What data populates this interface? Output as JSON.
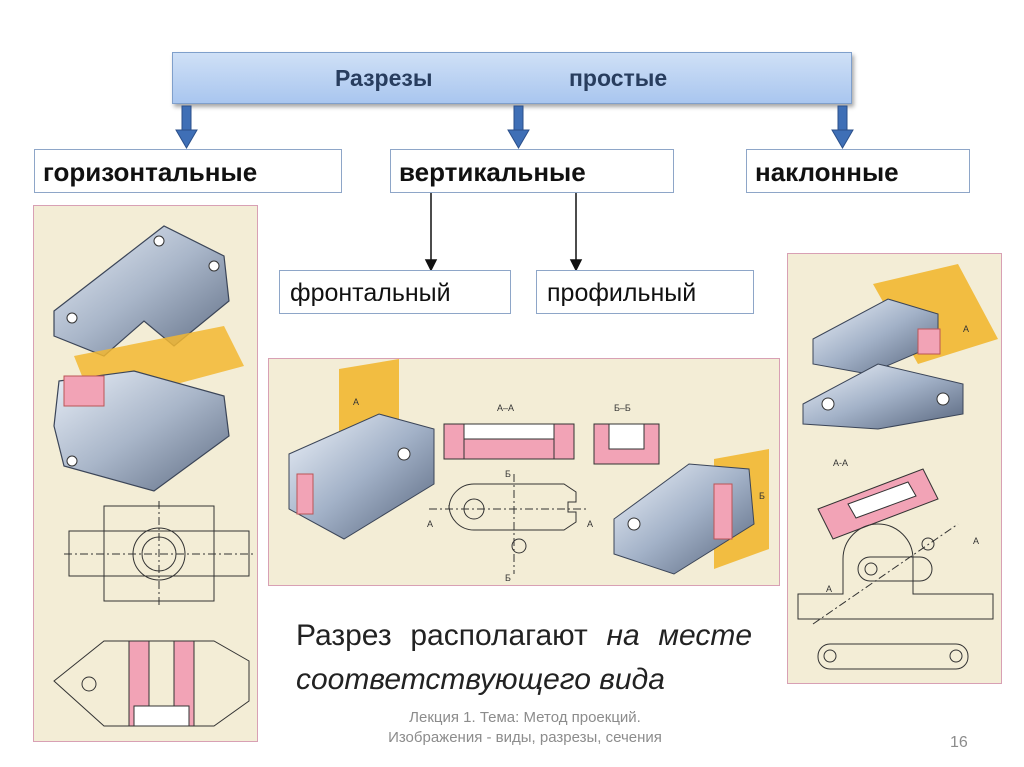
{
  "header": {
    "word1": "Разрезы",
    "word2": "простые"
  },
  "categories": {
    "horizontal": "горизонтальные",
    "vertical": "вертикальные",
    "inclined": "наклонные"
  },
  "subcategories": {
    "frontal": "фронтальный",
    "profile": "профильный"
  },
  "note": {
    "part1": "Разрез располагают",
    "part2": "на месте соответствующего вида"
  },
  "footer": {
    "lecture": "Лекция 1. Тема: Метод проекций. Изображения - виды, разрезы, сечения",
    "page": "16"
  },
  "drawing_labels": {
    "section_aa": "А–А",
    "section_bb": "Б–Б",
    "letter_a": "А",
    "letter_b": "Б",
    "letter_a_right": "А-А"
  },
  "colors": {
    "header_bg": "#b8d0f2",
    "arrow": "#3f6fb6",
    "panel_bg": "#f3edd6",
    "panel_border": "#d8a0b4",
    "section_plane": "#f2b731"
  }
}
